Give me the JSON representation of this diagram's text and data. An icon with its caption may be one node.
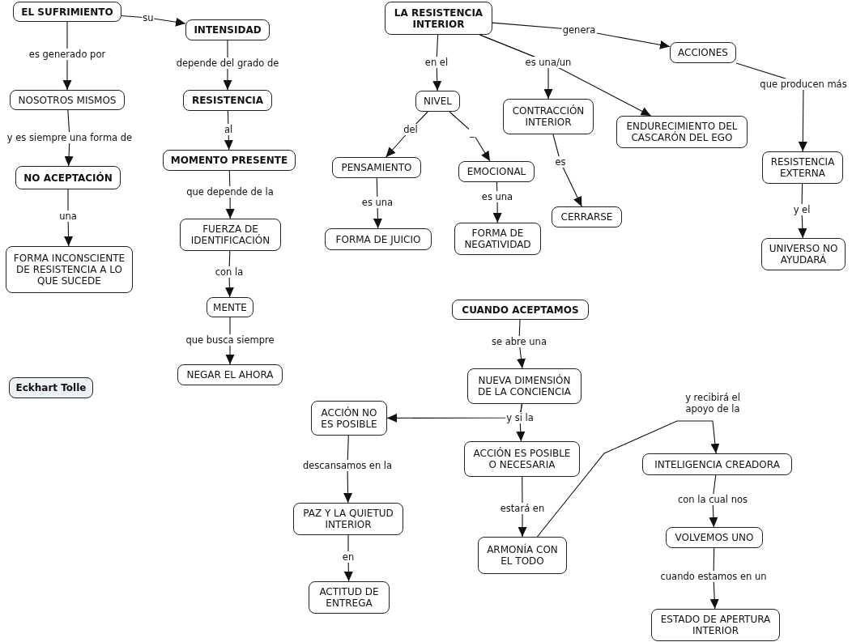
{
  "diagram": {
    "nodes": [
      {
        "text": [
          "EL SUFRIMIENTO"
        ]
      },
      {
        "text": [
          "INTENSIDAD"
        ]
      },
      {
        "text": [
          "NOSOTROS MISMOS"
        ]
      },
      {
        "text": [
          "RESISTENCIA"
        ]
      },
      {
        "text": [
          "NO ACEPTACIÓN"
        ]
      },
      {
        "text": [
          "MOMENTO PRESENTE"
        ]
      },
      {
        "text": [
          "FORMA INCONSCIENTE DE RESISTENCIA A LO QUE SUCEDE"
        ]
      },
      {
        "text": [
          "FUERZA DE IDENTIFICACIÓN"
        ]
      },
      {
        "text": [
          "MENTE"
        ]
      },
      {
        "text": [
          "NEGAR EL AHORA"
        ]
      },
      {
        "text": [
          "Eckhart Tolle"
        ]
      },
      {
        "text": [
          "LA RESISTENCIA INTERIOR"
        ]
      },
      {
        "text": [
          "ACCIONES"
        ]
      },
      {
        "text": [
          "NIVEL"
        ]
      },
      {
        "text": [
          "CONTRACCIÓN INTERIOR"
        ]
      },
      {
        "text": [
          "ENDURECIMIENTO DEL CASCARÓN DEL EGO"
        ]
      },
      {
        "text": [
          "PENSAMIENTO"
        ]
      },
      {
        "text": [
          "EMOCIONAL"
        ]
      },
      {
        "text": [
          "RESISTENCIA EXTERNA"
        ]
      },
      {
        "text": [
          "CERRARSE"
        ]
      },
      {
        "text": [
          "FORMA DE JUICIO"
        ]
      },
      {
        "text": [
          "FORMA DE NEGATIVIDAD"
        ]
      },
      {
        "text": [
          "UNIVERSO NO AYUDARÁ"
        ]
      },
      {
        "text": [
          "CUANDO ACEPTAMOS"
        ]
      },
      {
        "text": [
          "NUEVA DIMENSIÓN DE LA CONCIENCIA"
        ]
      },
      {
        "text": [
          "ACCIÓN NO ES POSIBLE"
        ]
      },
      {
        "text": [
          "ACCIÓN ES POSIBLE O NECESARIA"
        ]
      },
      {
        "text": [
          "INTELIGENCIA CREADORA"
        ]
      },
      {
        "text": [
          "PAZ Y LA QUIETUD INTERIOR"
        ]
      },
      {
        "text": [
          "VOLVEMOS UNO"
        ]
      },
      {
        "text": [
          "ARMONÍA CON EL TODO"
        ]
      },
      {
        "text": [
          "ACTITUD DE ENTREGA"
        ]
      },
      {
        "text": [
          "ESTADO DE APERTURA INTERIOR"
        ]
      }
    ],
    "edges": [
      {
        "from": 0,
        "to": 1,
        "label": "su",
        "arrow": "to"
      },
      {
        "from": 0,
        "to": 2,
        "label": "es generado por",
        "arrow": "to"
      },
      {
        "from": 1,
        "to": 3,
        "label": "depende del grado de",
        "arrow": "to"
      },
      {
        "from": 2,
        "to": 4,
        "label": "y es siempre una forma de",
        "arrow": "to"
      },
      {
        "from": 3,
        "to": 5,
        "label": "al",
        "arrow": "to"
      },
      {
        "from": 4,
        "to": 6,
        "label": "una",
        "arrow": "to"
      },
      {
        "from": 5,
        "to": 7,
        "label": "que depende de la",
        "arrow": "to"
      },
      {
        "from": 7,
        "to": 8,
        "label": "con la",
        "arrow": "to"
      },
      {
        "from": 8,
        "to": 9,
        "label": "que busca siempre",
        "arrow": "to"
      },
      {
        "from": 11,
        "to": 12,
        "label": "genera",
        "arrow": "to"
      },
      {
        "from": 11,
        "to": 13,
        "label": "en el",
        "arrow": "to"
      },
      {
        "from": 11,
        "to": 14,
        "label": "es una/un",
        "arrow": "to"
      },
      {
        "from": 11,
        "to": 15,
        "arrow": "to"
      },
      {
        "from": 13,
        "to": 16,
        "label": "del",
        "arrow": "to"
      },
      {
        "from": 13,
        "to": 17,
        "label": "_",
        "arrow": "to"
      },
      {
        "from": 14,
        "to": 19,
        "label": "es",
        "arrow": "to"
      },
      {
        "from": 16,
        "to": 20,
        "label": "es una",
        "arrow": "to"
      },
      {
        "from": 17,
        "to": 21,
        "label": "es una",
        "arrow": "to"
      },
      {
        "from": 12,
        "to": 18,
        "label": "que producen más",
        "arrow": "to"
      },
      {
        "from": 18,
        "to": 22,
        "label": "y el",
        "arrow": "to"
      },
      {
        "from": 23,
        "to": 24,
        "label": "se abre una",
        "arrow": "to"
      },
      {
        "from": 24,
        "to": 25,
        "label": "y si la",
        "arrow": "to"
      },
      {
        "from": 24,
        "to": 26,
        "arrow": "to"
      },
      {
        "from": 25,
        "to": 28,
        "label": "descansamos en la",
        "arrow": "to"
      },
      {
        "from": 26,
        "to": 30,
        "label": "estará en",
        "arrow": "to"
      },
      {
        "from": 30,
        "to": 27,
        "label": "y recibirá el apoyo de la",
        "arrow": "to"
      },
      {
        "from": 27,
        "to": 29,
        "label": "con la cual nos",
        "arrow": "to"
      },
      {
        "from": 29,
        "to": 32,
        "label": "cuando estamos en un",
        "arrow": "to"
      },
      {
        "from": 28,
        "to": 31,
        "label": "en",
        "arrow": "to"
      }
    ]
  }
}
